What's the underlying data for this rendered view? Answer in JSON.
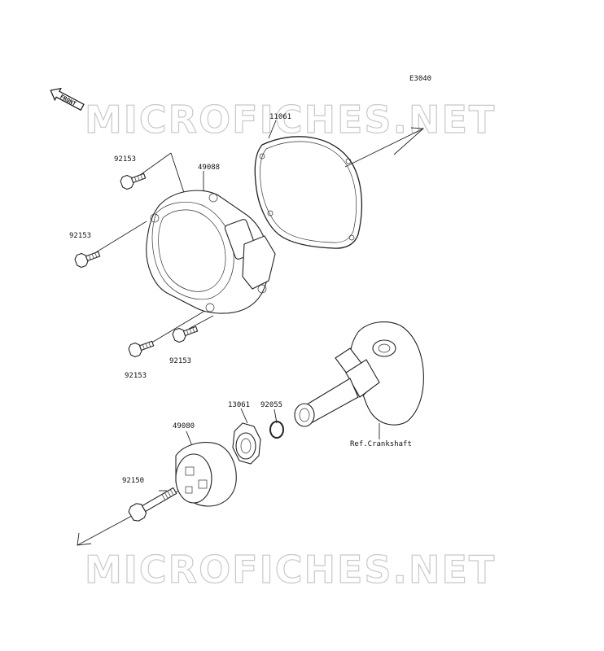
{
  "diagram_code": "E3040",
  "front_label": "FRONT",
  "watermark": "MICROFICHES.NET",
  "parts": {
    "gasket": "11061",
    "cover": "49088",
    "bolt_top": "92153",
    "bolt_left": "92153",
    "bolt_bottom_left": "92153",
    "bolt_bottom_right": "92153",
    "rotor_boss": "13061",
    "oring": "92055",
    "rotor": "49080",
    "flange_bolt": "92150",
    "crankshaft_ref": "Ref.Crankshaft"
  }
}
